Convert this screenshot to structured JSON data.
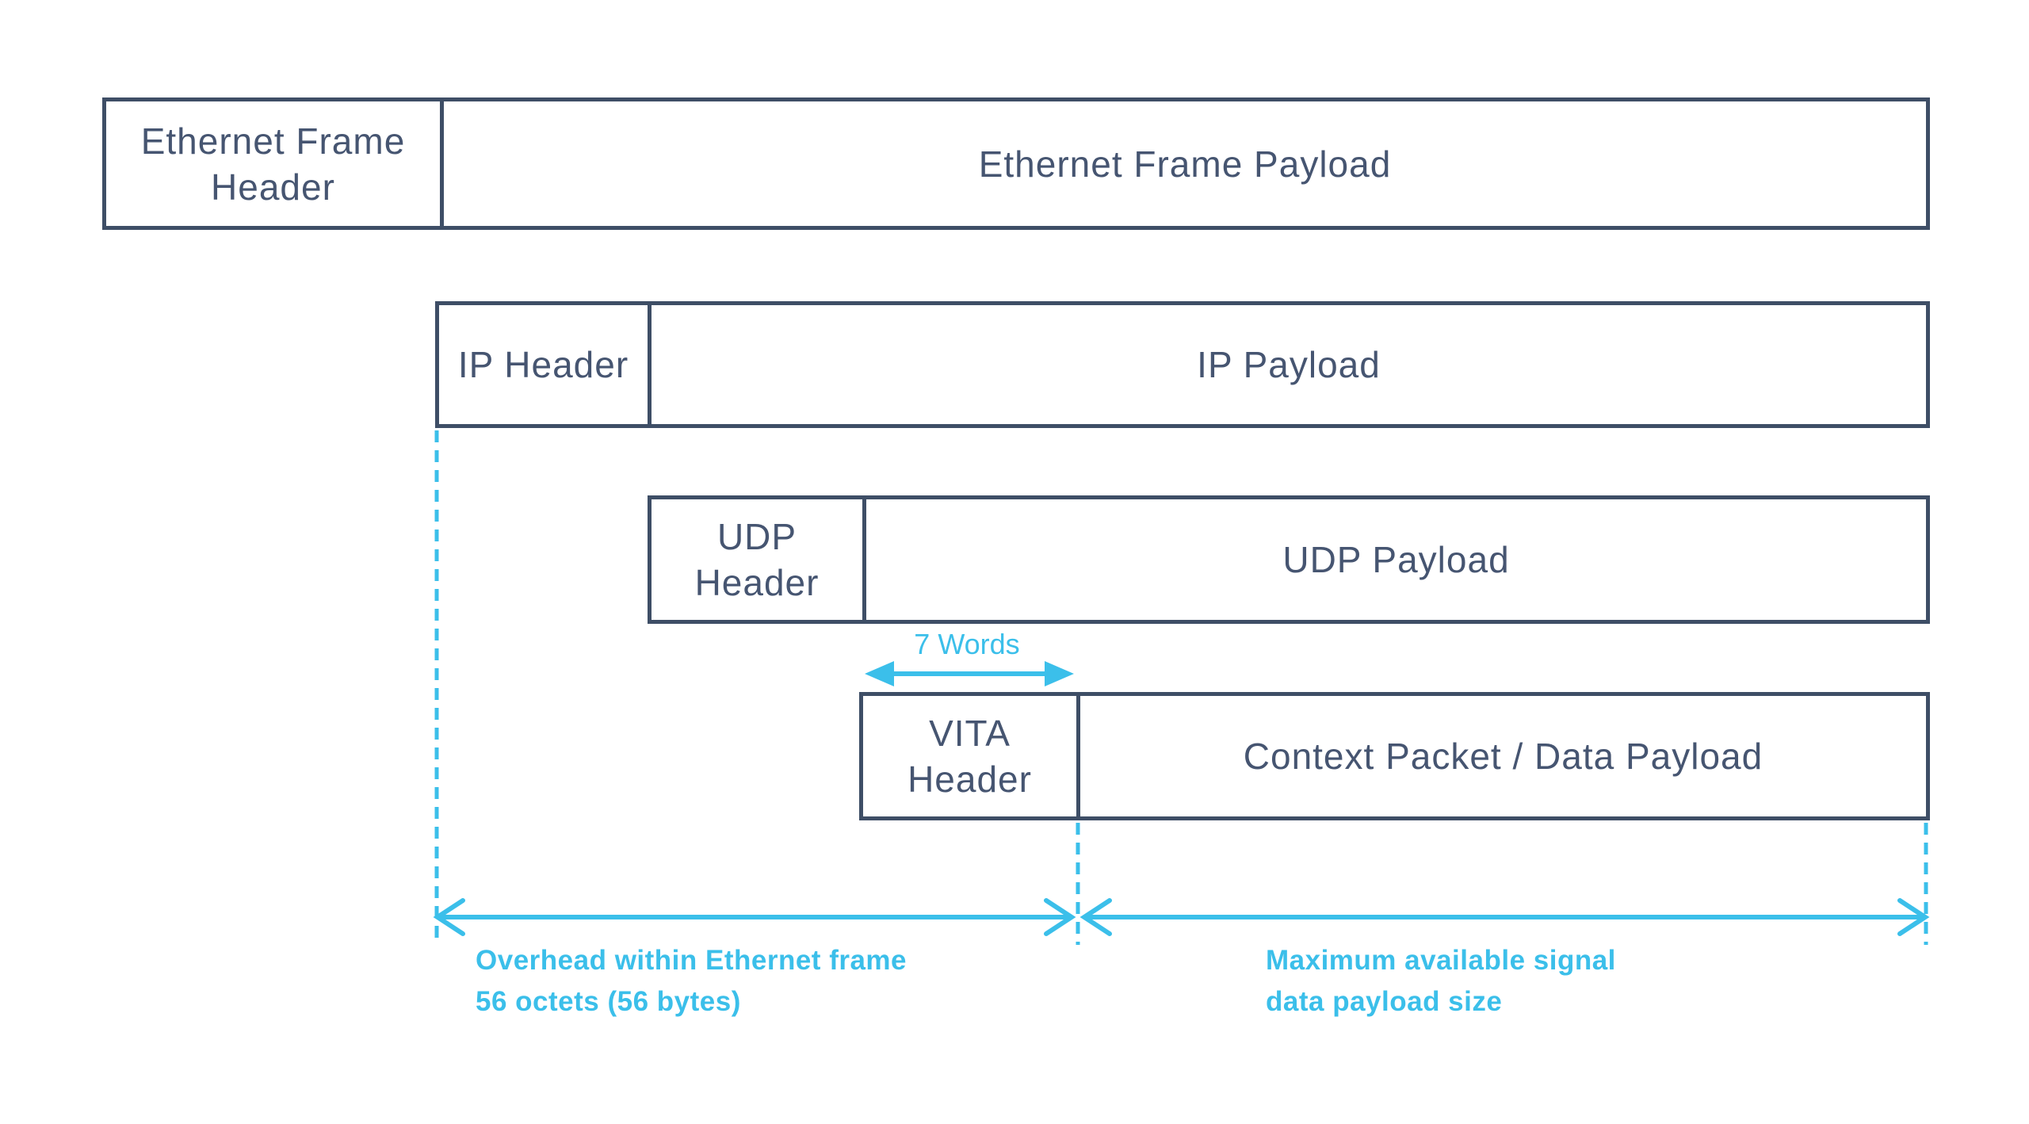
{
  "colors": {
    "box_border": "#3e4e66",
    "box_text": "#465571",
    "accent_cyan": "#3bbfea",
    "background": "#ffffff"
  },
  "layers": [
    {
      "id": "ethernet",
      "header": "Ethernet Frame\nHeader",
      "payload": "Ethernet Frame Payload"
    },
    {
      "id": "ip",
      "header": "IP Header",
      "payload": "IP Payload"
    },
    {
      "id": "udp",
      "header": "UDP\nHeader",
      "payload": "UDP Payload"
    },
    {
      "id": "vita",
      "header": "VITA\nHeader",
      "payload": "Context Packet / Data Payload"
    }
  ],
  "annotations": {
    "vita_header_width": "7 Words",
    "overhead": "Overhead within Ethernet frame\n56 octets (56 bytes)",
    "max_payload": "Maximum available signal\ndata payload size"
  }
}
